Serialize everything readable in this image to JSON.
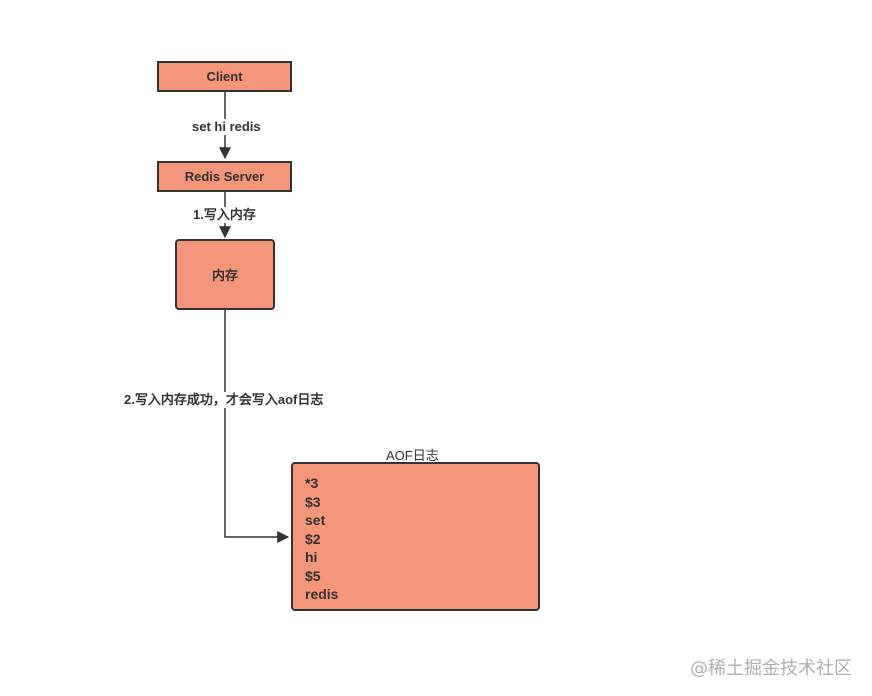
{
  "nodes": {
    "client": "Client",
    "redis_server": "Redis Server",
    "memory": "内存"
  },
  "edges": {
    "command": "set hi redis",
    "step1": "1.写入内存",
    "step2": "2.写入内存成功，才会写入aof日志"
  },
  "aof": {
    "title": "AOF日志",
    "lines": [
      "*3",
      "$3",
      "set",
      "$2",
      "hi",
      "$5",
      "redis"
    ]
  },
  "watermark": "@稀土掘金技术社区",
  "colors": {
    "node_fill": "#f5957a",
    "stroke": "#333333"
  }
}
